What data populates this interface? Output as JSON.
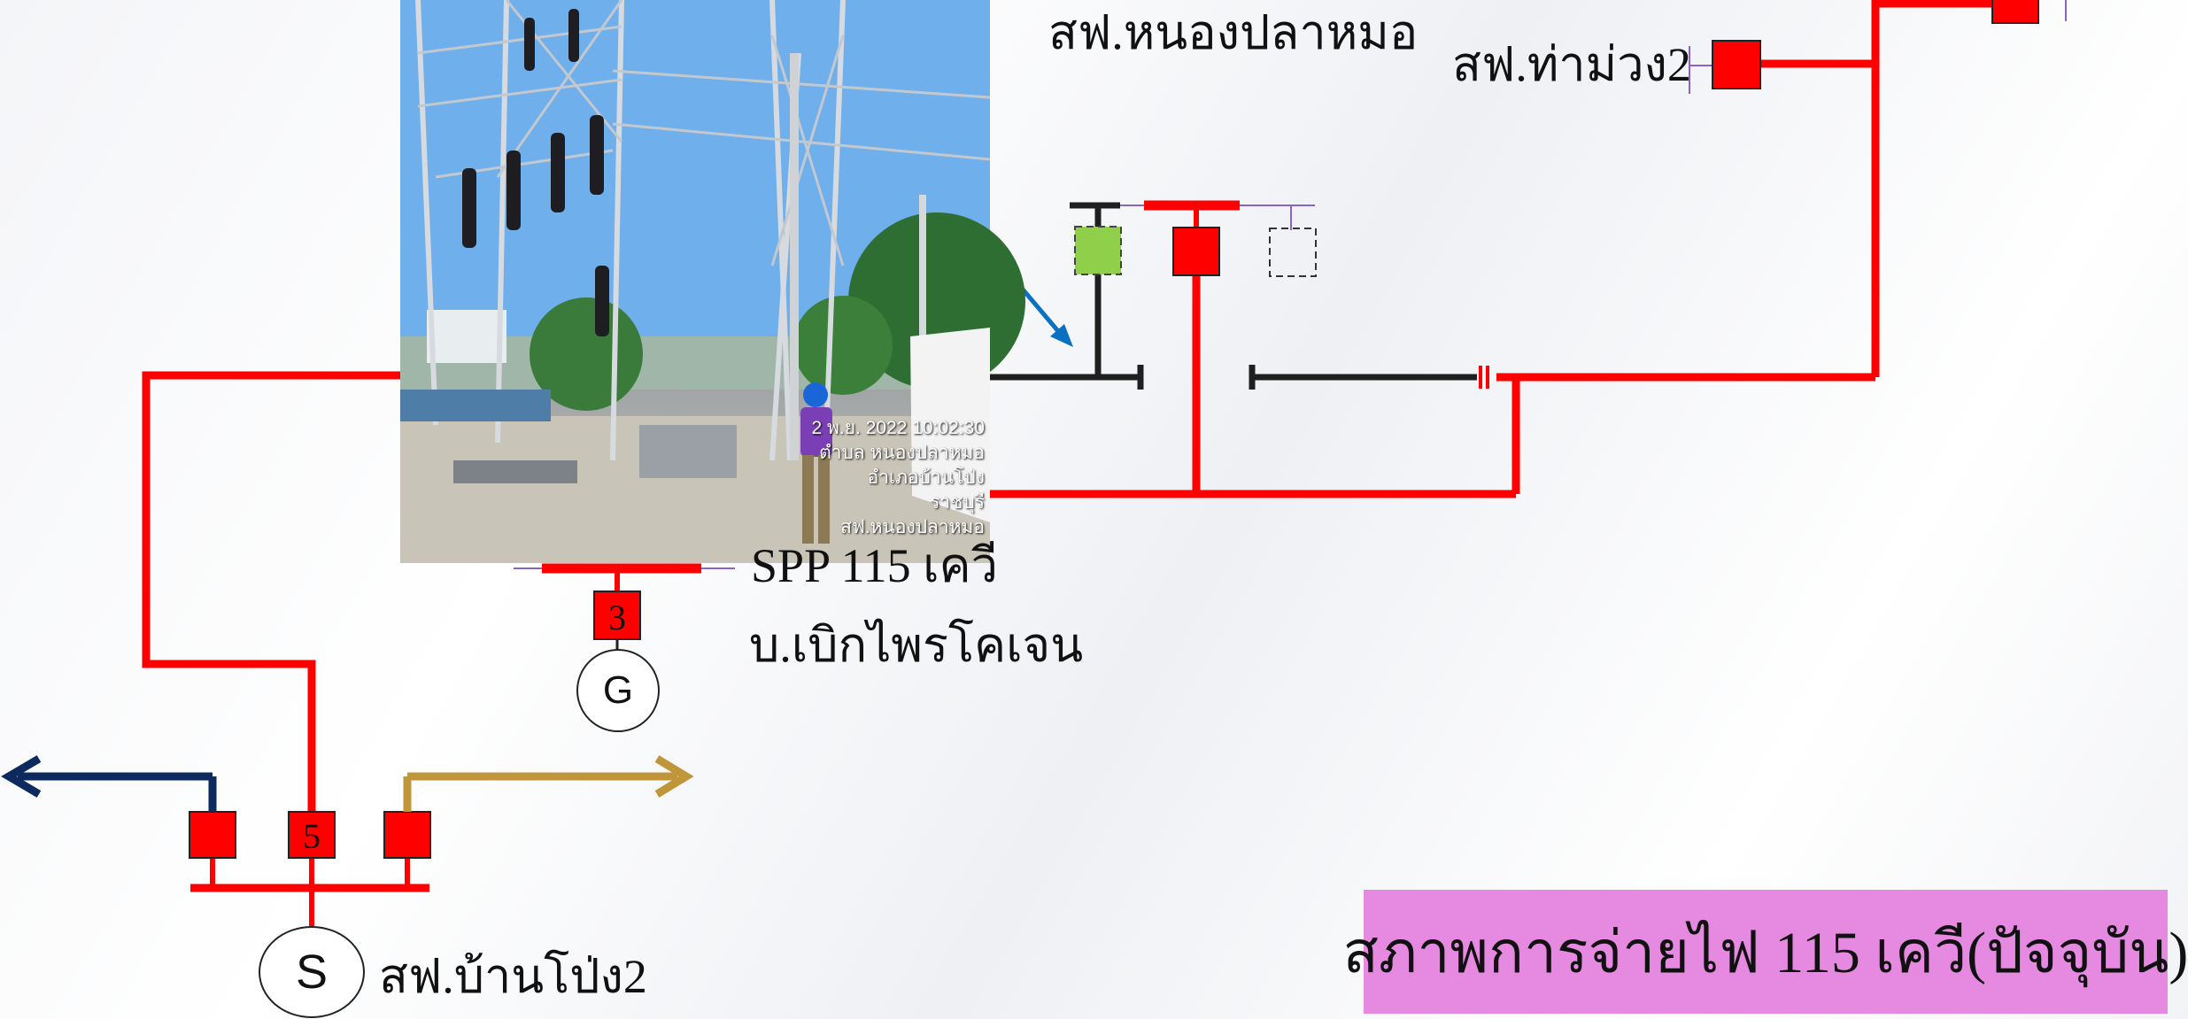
{
  "labels": {
    "substation_top": "สฟ.หนองปลาหมอ",
    "substation_thamuang": "สฟ.ท่าม่วง2",
    "spp": "SPP 115 เควี",
    "company": "บ.เบิกไพรโคเจน",
    "substation_banpong": "สฟ.บ้านโป่ง2"
  },
  "breakers": {
    "spp_breaker": "3",
    "banpong_center_breaker": "5"
  },
  "symbols": {
    "generator": "G",
    "source": "S"
  },
  "photo": {
    "stamp_lines": [
      "2 พ.ย. 2022 10:02:30",
      "ตำบล หนองปลาหมอ",
      "อำเภอบ้านโป่ง",
      "ราชบุรี",
      "สฟ.หนองปลาหมอ"
    ]
  },
  "caption": "สภาพการจ่ายไฟ 115 เควี(ปัจจุบัน)",
  "colors": {
    "energized_line": "#ff0000",
    "de_energized_line": "#1f1f1f",
    "breaker_closed": "#ff0000",
    "breaker_green": "#8fcf4a",
    "arrow_blue": "#0a70c0",
    "arrow_navy": "#0d2a5e",
    "arrow_gold": "#c0963a",
    "caption_bg": "#e58ae0",
    "tie_line": "#8a63c9"
  }
}
